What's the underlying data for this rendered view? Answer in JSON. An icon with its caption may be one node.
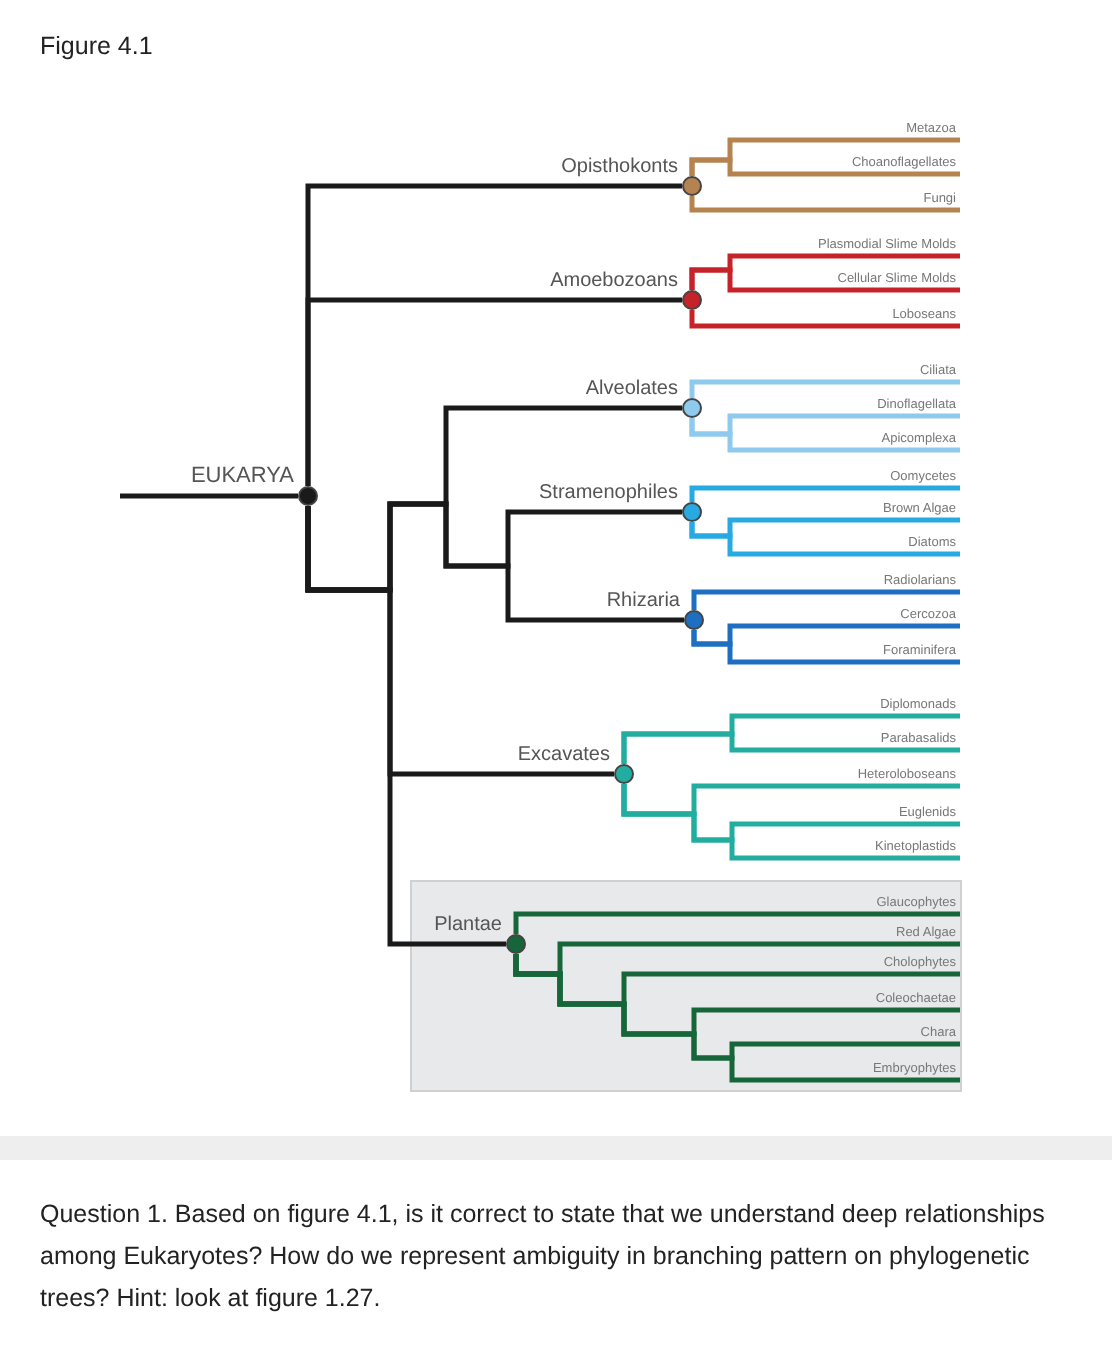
{
  "diagram": {
    "title": "Figure 4.1",
    "nodes": [
      {
        "text": [
          "EUKARYA"
        ]
      },
      {
        "text": [
          "Opisthokonts"
        ]
      },
      {
        "text": [
          "Metazoa"
        ]
      },
      {
        "text": [
          "Choanoflagellates"
        ]
      },
      {
        "text": [
          "Fungi"
        ]
      },
      {
        "text": [
          "Amoebozoans"
        ]
      },
      {
        "text": [
          "Plasmodial Slime Molds"
        ]
      },
      {
        "text": [
          "Cellular Slime Molds"
        ]
      },
      {
        "text": [
          "Loboseans"
        ]
      },
      {
        "text": [
          "Alveolates"
        ]
      },
      {
        "text": [
          "Ciliata"
        ]
      },
      {
        "text": [
          "Dinoflagellata"
        ]
      },
      {
        "text": [
          "Apicomplexa"
        ]
      },
      {
        "text": [
          "Stramenophiles"
        ]
      },
      {
        "text": [
          "Oomycetes"
        ]
      },
      {
        "text": [
          "Brown Algae"
        ]
      },
      {
        "text": [
          "Diatoms"
        ]
      },
      {
        "text": [
          "Rhizaria"
        ]
      },
      {
        "text": [
          "Radiolarians"
        ]
      },
      {
        "text": [
          "Cercozoa"
        ]
      },
      {
        "text": [
          "Foraminifera"
        ]
      },
      {
        "text": [
          "Excavates"
        ]
      },
      {
        "text": [
          "Diplomonads"
        ]
      },
      {
        "text": [
          "Parabasalids"
        ]
      },
      {
        "text": [
          "Heteroloboseans"
        ]
      },
      {
        "text": [
          "Euglenids"
        ]
      },
      {
        "text": [
          "Kinetoplastids"
        ]
      },
      {
        "text": [],
        "shape": "box"
      },
      {
        "text": [
          "Plantae"
        ],
        "in": 27
      },
      {
        "text": [
          "Glaucophytes"
        ],
        "in": 27
      },
      {
        "text": [
          "Red Algae"
        ],
        "in": 27
      },
      {
        "text": [
          "Cholophytes"
        ],
        "in": 27
      },
      {
        "text": [
          "Coleochaetae"
        ],
        "in": 27
      },
      {
        "text": [
          "Chara"
        ],
        "in": 27
      },
      {
        "text": [
          "Embryophytes"
        ],
        "in": 27
      }
    ],
    "edges": [
      {
        "from": null,
        "to": 0,
        "arrow": "none"
      },
      {
        "from": 0,
        "to": 1,
        "arrow": "none"
      },
      {
        "from": 1,
        "to": 2,
        "arrow": "none",
        "color": "#b5834f"
      },
      {
        "from": 1,
        "to": 3,
        "arrow": "none",
        "color": "#b5834f"
      },
      {
        "from": 1,
        "to": 4,
        "arrow": "none",
        "color": "#b5834f"
      },
      {
        "from": 0,
        "to": 5,
        "arrow": "none"
      },
      {
        "from": 5,
        "to": 6,
        "arrow": "none",
        "color": "#c62229"
      },
      {
        "from": 5,
        "to": 7,
        "arrow": "none",
        "color": "#c62229"
      },
      {
        "from": 5,
        "to": 8,
        "arrow": "none",
        "color": "#c62229"
      },
      {
        "from": 0,
        "to": 9,
        "arrow": "none"
      },
      {
        "from": 9,
        "to": 10,
        "arrow": "none",
        "color": "#8ec9ee"
      },
      {
        "from": 9,
        "to": 11,
        "arrow": "none",
        "color": "#8ec9ee"
      },
      {
        "from": 9,
        "to": 12,
        "arrow": "none",
        "color": "#8ec9ee"
      },
      {
        "from": 0,
        "to": 13,
        "arrow": "none"
      },
      {
        "from": 13,
        "to": 14,
        "arrow": "none",
        "color": "#27a9e1"
      },
      {
        "from": 13,
        "to": 15,
        "arrow": "none",
        "color": "#27a9e1"
      },
      {
        "from": 13,
        "to": 16,
        "arrow": "none",
        "color": "#27a9e1"
      },
      {
        "from": 0,
        "to": 17,
        "arrow": "none"
      },
      {
        "from": 17,
        "to": 18,
        "arrow": "none",
        "color": "#1e6fc1"
      },
      {
        "from": 17,
        "to": 19,
        "arrow": "none",
        "color": "#1e6fc1"
      },
      {
        "from": 17,
        "to": 20,
        "arrow": "none",
        "color": "#1e6fc1"
      },
      {
        "from": 0,
        "to": 21,
        "arrow": "none"
      },
      {
        "from": 21,
        "to": 22,
        "arrow": "none",
        "color": "#22ada0"
      },
      {
        "from": 21,
        "to": 23,
        "arrow": "none",
        "color": "#22ada0"
      },
      {
        "from": 21,
        "to": 24,
        "arrow": "none",
        "color": "#22ada0"
      },
      {
        "from": 21,
        "to": 25,
        "arrow": "none",
        "color": "#22ada0"
      },
      {
        "from": 21,
        "to": 26,
        "arrow": "none",
        "color": "#22ada0"
      },
      {
        "from": 0,
        "to": 28,
        "arrow": "none"
      },
      {
        "from": 28,
        "to": 29,
        "arrow": "none",
        "color": "#17663a"
      },
      {
        "from": 28,
        "to": 30,
        "arrow": "none",
        "color": "#17663a"
      },
      {
        "from": 28,
        "to": 31,
        "arrow": "none",
        "color": "#17663a"
      },
      {
        "from": 28,
        "to": 32,
        "arrow": "none",
        "color": "#17663a"
      },
      {
        "from": 28,
        "to": 33,
        "arrow": "none",
        "color": "#17663a"
      },
      {
        "from": 28,
        "to": 34,
        "arrow": "none",
        "color": "#17663a"
      }
    ],
    "labels": [
      "Question 1. Based on figure 4.1, is it correct to state that we understand deep relationships among Eukaryotes? How do we represent ambiguity in branching pattern on phylogenetic trees? Hint: look at figure 1.27."
    ]
  }
}
